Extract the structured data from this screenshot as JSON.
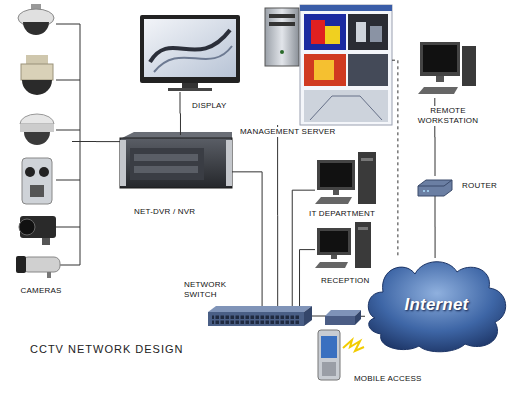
{
  "diagram": {
    "title": "CCTV NETWORK DESIGN",
    "nodes": [
      {
        "text": [
          "CAMERAS"
        ]
      },
      {
        "text": [
          "DISPLAY"
        ]
      },
      {
        "text": [
          "NET-DVR / NVR"
        ]
      },
      {
        "text": [
          "MANAGEMENT SERVER"
        ]
      },
      {
        "text": [
          "REMOTE WORKSTATION"
        ]
      },
      {
        "text": [
          "ROUTER"
        ]
      },
      {
        "text": [
          "IT DEPARTMENT"
        ]
      },
      {
        "text": [
          "RECEPTION"
        ]
      },
      {
        "text": [
          "NETWORK SWITCH"
        ]
      },
      {
        "text": [
          "Internet"
        ]
      },
      {
        "text": [
          "MOBILE ACCESS"
        ]
      }
    ],
    "edges": [
      {
        "from": 0,
        "to": 2,
        "arrow": "none"
      },
      {
        "from": 1,
        "to": 2,
        "arrow": "none"
      },
      {
        "from": 2,
        "to": 8,
        "arrow": "none"
      },
      {
        "from": 3,
        "to": 8,
        "arrow": "none"
      },
      {
        "from": 6,
        "to": 8,
        "arrow": "none"
      },
      {
        "from": 7,
        "to": 8,
        "arrow": "none"
      },
      {
        "from": 8,
        "to": 9,
        "arrow": "none"
      },
      {
        "from": 9,
        "to": 5,
        "arrow": "none"
      },
      {
        "from": 5,
        "to": 4,
        "arrow": "none"
      },
      {
        "from": 3,
        "to": 9,
        "arrow": "none"
      }
    ]
  }
}
